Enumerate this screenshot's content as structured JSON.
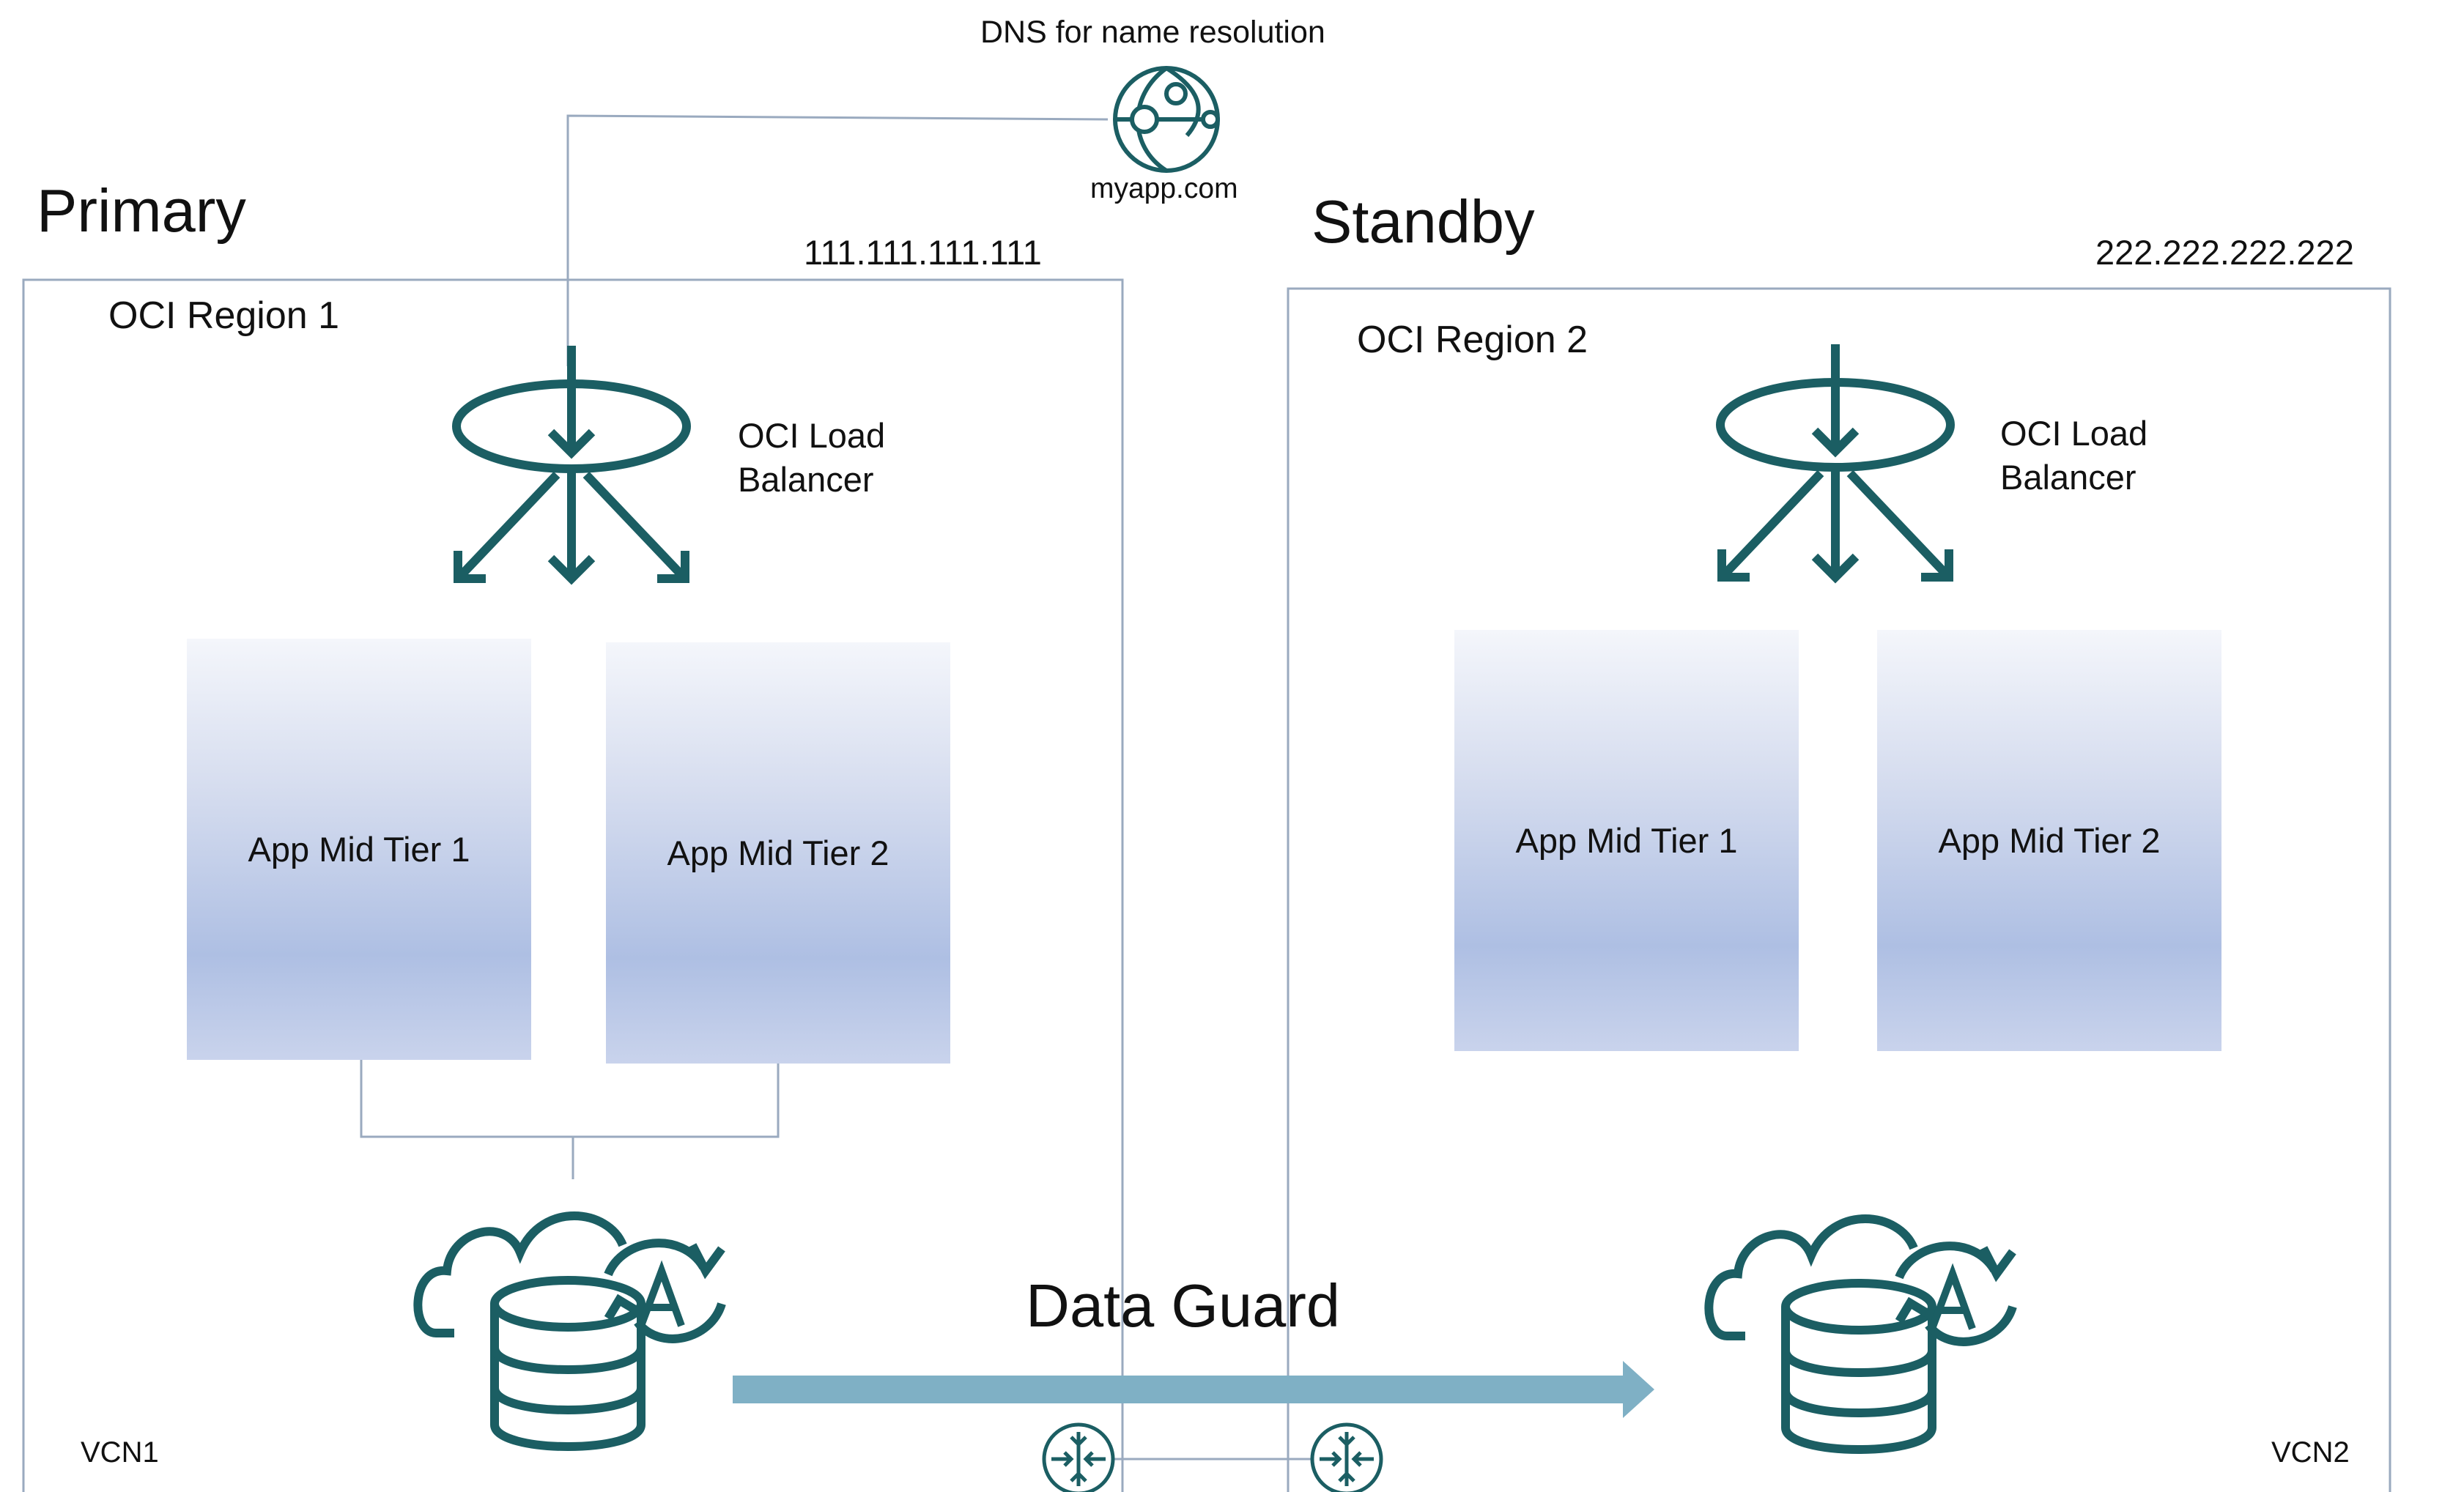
{
  "dns": {
    "title": "DNS for name resolution",
    "domain": "myapp.com",
    "icon": "dns-globe-icon"
  },
  "primary": {
    "label": "Primary",
    "ip": "111.111.111.111",
    "region": "OCI Region 1",
    "lb_line1": "OCI Load",
    "lb_line2": "Balancer",
    "tier1": "App Mid Tier 1",
    "tier2": "App Mid Tier 2",
    "vcn": "VCN1"
  },
  "standby": {
    "label": "Standby",
    "ip": "222.222.222.222",
    "region": "OCI Region 2",
    "lb_line1": "OCI Load",
    "lb_line2": "Balancer",
    "tier1": "App Mid Tier 1",
    "tier2": "App Mid Tier 2",
    "vcn": "VCN2"
  },
  "replication": {
    "label": "Data Guard"
  },
  "colors": {
    "icon": "#1b5e63",
    "box_border": "#9aaabf",
    "arrow": "#7fb0c5",
    "tier_bottom": "#aebfe3"
  }
}
